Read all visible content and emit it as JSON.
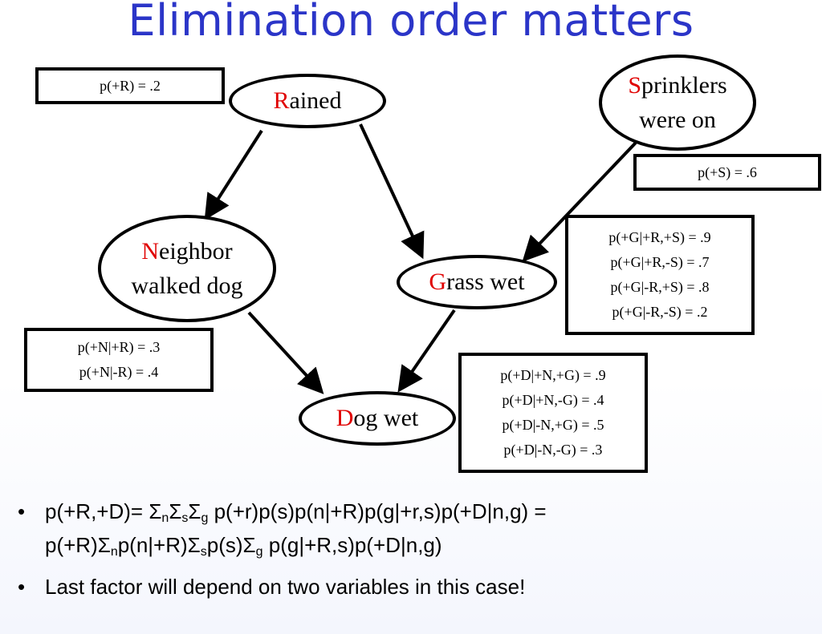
{
  "title": "Elimination order matters",
  "nodes": {
    "rained": {
      "initial": "R",
      "rest": "ained"
    },
    "sprinklers": {
      "initial": "S",
      "rest": "prinklers",
      "line2": "were on"
    },
    "neighbor": {
      "initial": "N",
      "rest": "eighbor",
      "line2": "walked dog"
    },
    "grass": {
      "initial": "G",
      "rest": "rass wet"
    },
    "dog": {
      "initial": "D",
      "rest": "og wet"
    }
  },
  "cpts": {
    "rained": [
      "p(+R) = .2"
    ],
    "sprinklers": [
      "p(+S) = .6"
    ],
    "grass": [
      "p(+G|+R,+S) = .9",
      "p(+G|+R,-S) = .7",
      "p(+G|-R,+S) = .8",
      "p(+G|-R,-S) = .2"
    ],
    "neighbor": [
      "p(+N|+R) = .3",
      "p(+N|-R) = .4"
    ],
    "dog": [
      "p(+D|+N,+G) = .9",
      "p(+D|+N,-G) = .4",
      "p(+D|-N,+G) = .5",
      "p(+D|-N,-G) = .3"
    ]
  },
  "bullets": {
    "b1": {
      "l1_a": "p(+R,+D)= Σ",
      "sub_n": "n",
      "s1": "Σ",
      "sub_s": "s",
      "s2": "Σ",
      "sub_g": "g",
      "l1_b": " p(+r)p(s)p(n|+R)p(g|+r,s)p(+D|n,g) =",
      "l2_a": "p(+R)Σ",
      "l2_sub_n": "n",
      "l2_b": "p(n|+R)Σ",
      "l2_sub_s": "s",
      "l2_c": "p(s)Σ",
      "l2_sub_g": "g",
      "l2_d": " p(g|+R,s)p(+D|n,g)"
    },
    "b2": "Last factor will depend on two variables in this case!"
  }
}
